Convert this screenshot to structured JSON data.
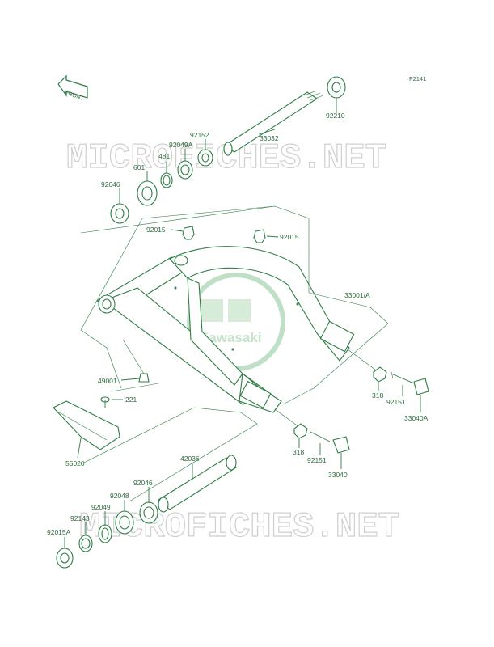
{
  "diagram_code": "F2141",
  "front_label": "FRONT",
  "watermark": "MICROFICHES.NET",
  "logo_text": "Kawasaki",
  "labels": {
    "p92210": "92210",
    "p33032": "33032",
    "p92152": "92152",
    "p92049a": "92049A",
    "p481": "481",
    "p601": "601",
    "p92046a": "92046",
    "p92015a": "92015",
    "p92015b": "92015",
    "p33001a": "33001/A",
    "p49001": "49001",
    "p221": "221",
    "p318a": "318",
    "p92151a": "92151",
    "p33040a": "33040A",
    "p55020": "55020",
    "p318b": "318",
    "p92151b": "92151",
    "p33040": "33040",
    "p42036": "42036",
    "p92046b": "92046",
    "p92048": "92048",
    "p92049": "92049",
    "p92143": "92143",
    "p92015ab": "92015A"
  }
}
